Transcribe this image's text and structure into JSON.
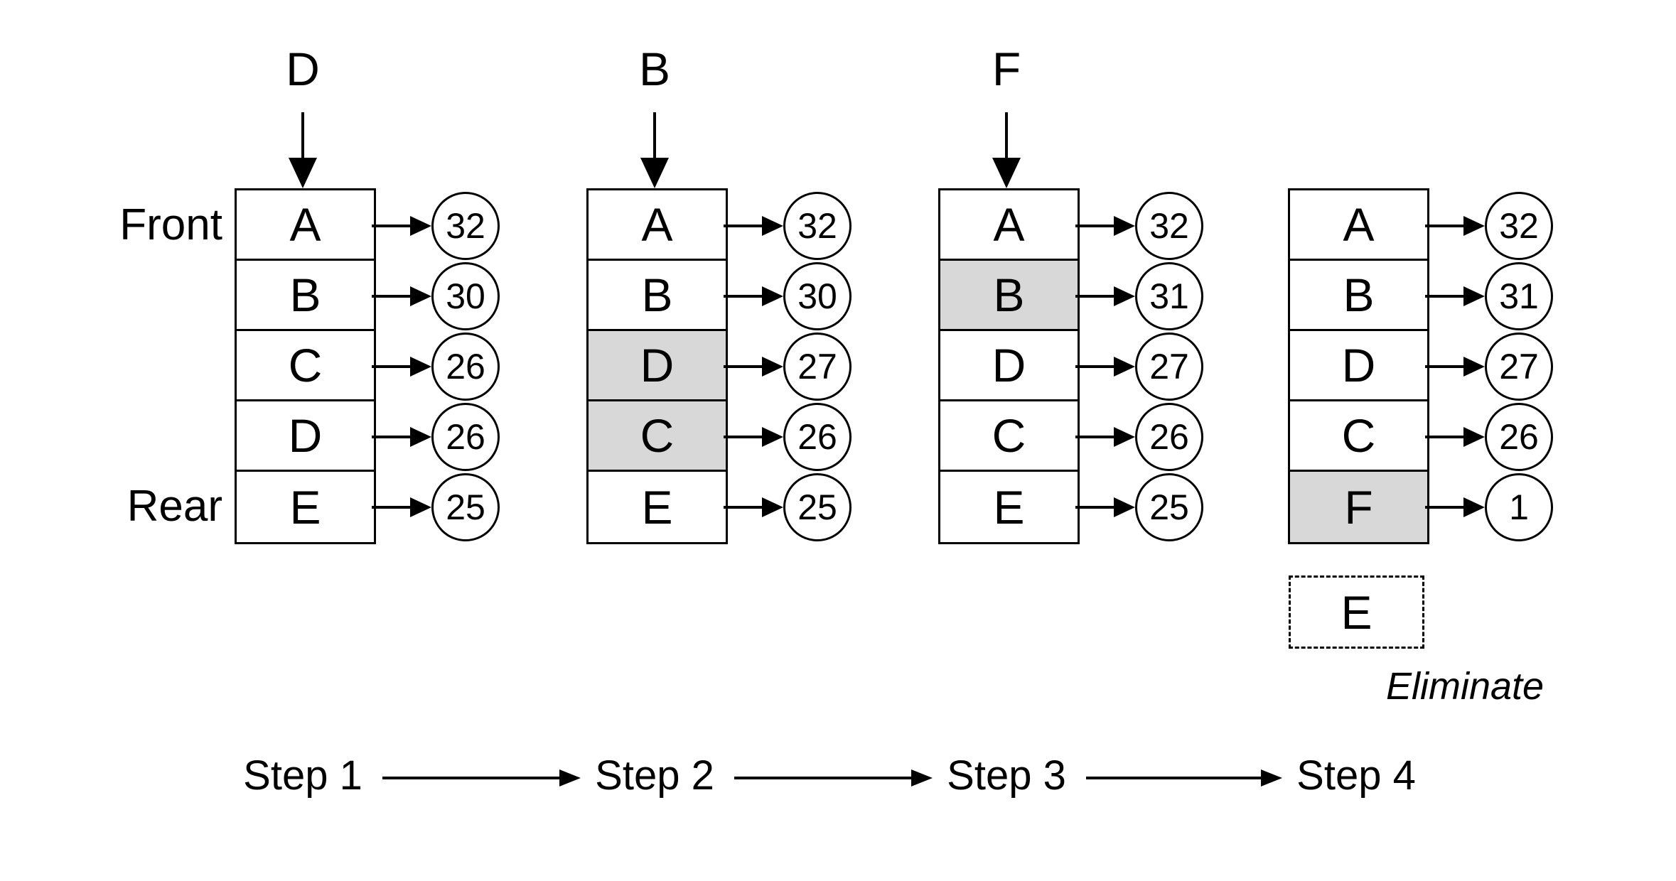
{
  "diagram": {
    "front_label": "Front",
    "rear_label": "Rear",
    "steps": [
      {
        "label": "Step 1",
        "incoming": "D",
        "rows": [
          {
            "letter": "A",
            "value": "32",
            "shaded": false
          },
          {
            "letter": "B",
            "value": "30",
            "shaded": false
          },
          {
            "letter": "C",
            "value": "26",
            "shaded": false
          },
          {
            "letter": "D",
            "value": "26",
            "shaded": false
          },
          {
            "letter": "E",
            "value": "25",
            "shaded": false
          }
        ]
      },
      {
        "label": "Step 2",
        "incoming": "B",
        "rows": [
          {
            "letter": "A",
            "value": "32",
            "shaded": false
          },
          {
            "letter": "B",
            "value": "30",
            "shaded": false
          },
          {
            "letter": "D",
            "value": "27",
            "shaded": true
          },
          {
            "letter": "C",
            "value": "26",
            "shaded": true
          },
          {
            "letter": "E",
            "value": "25",
            "shaded": false
          }
        ]
      },
      {
        "label": "Step 3",
        "incoming": "F",
        "rows": [
          {
            "letter": "A",
            "value": "32",
            "shaded": false
          },
          {
            "letter": "B",
            "value": "31",
            "shaded": true
          },
          {
            "letter": "D",
            "value": "27",
            "shaded": false
          },
          {
            "letter": "C",
            "value": "26",
            "shaded": false
          },
          {
            "letter": "E",
            "value": "25",
            "shaded": false
          }
        ]
      },
      {
        "label": "Step 4",
        "incoming": null,
        "rows": [
          {
            "letter": "A",
            "value": "32",
            "shaded": false
          },
          {
            "letter": "B",
            "value": "31",
            "shaded": false
          },
          {
            "letter": "D",
            "value": "27",
            "shaded": false
          },
          {
            "letter": "C",
            "value": "26",
            "shaded": false
          },
          {
            "letter": "F",
            "value": "1",
            "shaded": true
          }
        ],
        "eliminated": {
          "letter": "E",
          "caption": "Eliminate"
        }
      }
    ],
    "colors": {
      "shaded_cell": "#d8d8d8",
      "line": "#000000",
      "background": "#ffffff"
    }
  }
}
